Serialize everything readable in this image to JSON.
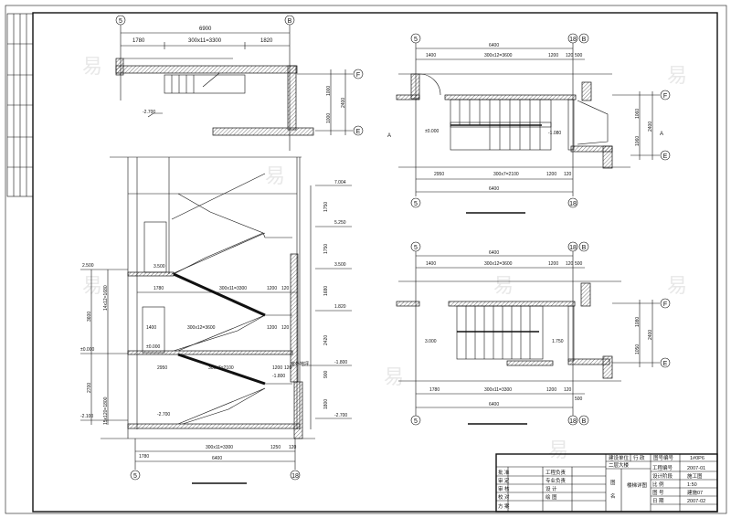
{
  "title_block": {
    "row_top": [
      "建设单位",
      "行 政",
      "图号编号",
      "1#0P6"
    ],
    "project": "二层大楼",
    "roles": [
      "批 准",
      "审 定",
      "审 核",
      "校 对",
      "方 案"
    ],
    "roles2": [
      "工程负责",
      "专业负责",
      "设 计",
      "绘 图"
    ],
    "drawing_label": [
      "图",
      "名"
    ],
    "drawing_name": "楼梯详图",
    "info_labels": [
      "工程编号",
      "设计阶段",
      "比 例",
      "图 号",
      "日 期"
    ],
    "info_values": [
      "2007-01",
      "施工图",
      "1:50",
      "建施07",
      "2007-02"
    ]
  },
  "top_plan": {
    "axes": [
      "5",
      "B",
      "F",
      "E"
    ],
    "total": "6900",
    "dims": [
      "1780",
      "300x11=3300",
      "1820"
    ],
    "vdims": [
      "1000",
      "1000",
      "2400"
    ],
    "level": "-2.700"
  },
  "section": {
    "levels_right": [
      "7.004",
      "5.250",
      "3.500",
      "1.820",
      "-1.800",
      "-2.700"
    ],
    "vdims_right": [
      "1750",
      "1750",
      "1680",
      "2420",
      "900",
      "1800"
    ],
    "levels_left": [
      "2.500",
      "±0.000",
      "-2.100"
    ],
    "vdims_left": [
      "3600",
      "14x12=1680",
      "2700",
      "15x120=1800"
    ],
    "inner_levels": [
      "3.500",
      "±0.000",
      "-2.700",
      "-1.800"
    ],
    "inner_dims": [
      "1780",
      "300x11=3300",
      "1200",
      "120",
      "1400",
      "300x12=3600",
      "1200",
      "120",
      "2950",
      "300x7=2100",
      "1200",
      "120"
    ],
    "note": "室外地坪",
    "bottom_dims": [
      "1780",
      "300x11=3300",
      "1250",
      "120"
    ],
    "bottom_total": "6400",
    "axes": [
      "5",
      "18"
    ]
  },
  "plan_upper": {
    "axes": [
      "5",
      "18",
      "B",
      "F",
      "E"
    ],
    "total_top": "6400",
    "dims_top": [
      "1400",
      "300x12=3600",
      "1200",
      "120",
      "500"
    ],
    "dims_bottom": [
      "2950",
      "300x7=2100",
      "1200",
      "120"
    ],
    "total_bottom": "6400",
    "vdims": [
      "1060",
      "1060",
      "2400"
    ],
    "levels": [
      "±0.000",
      "-1.080"
    ],
    "section_marks": [
      "A",
      "A"
    ]
  },
  "plan_lower": {
    "axes": [
      "5",
      "18",
      "B",
      "F",
      "E"
    ],
    "total_top": "6400",
    "dims_top": [
      "1400",
      "300x12=3600",
      "1200",
      "120",
      "500"
    ],
    "dims_bottom": [
      "1780",
      "300x11=3300",
      "1200",
      "120",
      "500"
    ],
    "total_bottom": "6400",
    "vdims": [
      "1080",
      "1050",
      "2400"
    ],
    "levels": [
      "3.000",
      "1.750"
    ]
  }
}
